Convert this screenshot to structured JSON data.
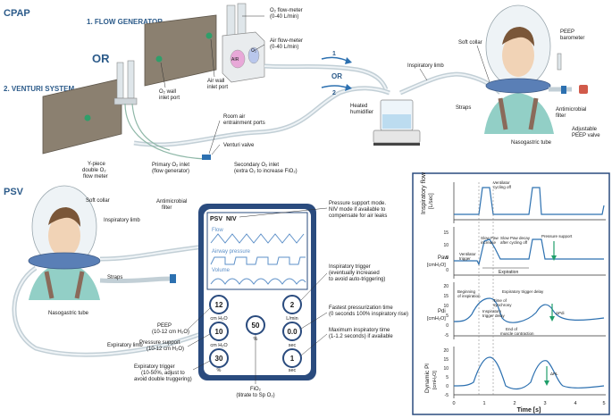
{
  "sections": {
    "cpap": "CPAP",
    "psv": "PSV",
    "or_big": "OR",
    "or_small": "OR"
  },
  "cpap": {
    "flow_generator": "1. FLOW GENERATOR",
    "venturi_system": "2. VENTURI SYSTEM",
    "route_1": "1",
    "route_2": "2",
    "labels": {
      "o2_flowmeter_1": "O₂ flow-meter",
      "o2_flowmeter_2": "(0-40 L/min)",
      "air_flowmeter_1": "Air flow-meter",
      "air_flowmeter_2": "(0-40 L/min)",
      "o2_wall_port_1": "O₂ wall",
      "o2_wall_port_2": "inlet port",
      "air_wall_port_1": "Air wall",
      "air_wall_port_2": "inlet port",
      "inspiratory_limb": "Inspiratory limb",
      "soft_collar": "Soft collar",
      "peep_barometer_1": "PEEP",
      "peep_barometer_2": "barometer",
      "straps": "Straps",
      "antimicrobial_filter_1": "Antimicrobial",
      "antimicrobial_filter_2": "filter",
      "adjustable_peep_1": "Adjustable",
      "adjustable_peep_2": "PEEP valve",
      "nasogastric_tube": "Nasogastric tube",
      "heated_humidifier_1": "Heated",
      "heated_humidifier_2": "humidifier",
      "room_air_1": "Room air",
      "room_air_2": "entrainment ports",
      "venturi_valve": "Venturi valve",
      "y_piece_1": "Y-piece",
      "y_piece_2": "double O₂",
      "y_piece_3": "flow meter",
      "primary_inlet_1": "Primary O₂ inlet",
      "primary_inlet_2": "(flow generator)",
      "secondary_inlet_1": "Secondary O₂ inlet",
      "secondary_inlet_2": "(extra O₂ to increase FiO₂)"
    },
    "flowmeter_labels": {
      "o2": "O₂",
      "air": "AIR"
    }
  },
  "psv": {
    "labels": {
      "soft_collar": "Soft collar",
      "antimicrobial_filter_1": "Antimicrobial",
      "antimicrobial_filter_2": "filter",
      "inspiratory_limb": "Inspiratory limb",
      "straps": "Straps",
      "nasogastric_tube": "Nasogastric tube",
      "expiratory_limb": "Expiratory limb"
    },
    "panel": {
      "mode_psv": "PSV",
      "mode_niv": "NIV",
      "wave_flow": "Flow",
      "wave_pressure": "Airway pressure",
      "wave_volume": "Volume",
      "knob_peep_value": "12",
      "knob_peep_unit": "cm H₂O",
      "knob_ps_value": "10",
      "knob_ps_unit": "cm H₂O",
      "knob_trigger_value": "30",
      "knob_trigger_unit": "%",
      "knob_fio2_value": "50",
      "knob_fio2_unit": "%",
      "knob_insp_trigger_value": "2",
      "knob_insp_trigger_unit": "L/min",
      "knob_press_time_value": "0.0",
      "knob_press_time_unit": "sec",
      "knob_max_insp_value": "1",
      "knob_max_insp_unit": "sec"
    },
    "annotations": {
      "ps_mode_1": "Pressure support mode.",
      "ps_mode_2": "NIV mode if available to",
      "ps_mode_3": "compensate for air leaks",
      "insp_trigger_1": "Inspiratory trigger",
      "insp_trigger_2": "(eventually increased",
      "insp_trigger_3": "to avoid auto-triggering)",
      "press_time_1": "Fastest pressurization time",
      "press_time_2": "(0 seconds 100% inspiratory rise)",
      "max_insp_1": "Maximum inspiratory time",
      "max_insp_2": "(1-1.2 seconds) if available",
      "peep_1": "PEEP",
      "peep_2": "(10-12 cm H₂O)",
      "ps_1": "Pressure support",
      "ps_2": "(10-12 cm H₂O)",
      "exp_trigger_1": "Expiratory trigger",
      "exp_trigger_2": "(10-50%, adjust to",
      "exp_trigger_3": "avoid double truggering)",
      "fio2_1": "FiO₂",
      "fio2_2": "(titrate to Sp O₂)"
    }
  },
  "waveforms": {
    "axis_x_label": "Time [s]",
    "x_ticks": [
      "0",
      "1",
      "2",
      "3",
      "4",
      "5"
    ],
    "panels": [
      {
        "ylabel_1": "Inspiratory flow",
        "ylabel_2": "[L/sec]",
        "ticks": []
      },
      {
        "ylabel_1": "Paw",
        "ylabel_2": "[cmH₂O]",
        "ticks": [
          "15",
          "10",
          "5",
          "0"
        ]
      },
      {
        "ylabel_1": "Pdi",
        "ylabel_2": "[cmH₂O]",
        "ticks": [
          "20",
          "15",
          "10",
          "5",
          "0",
          "-5"
        ]
      },
      {
        "ylabel_1": "Dynamic Pl",
        "ylabel_2": "[cmH₂O]",
        "ticks": [
          "20",
          "15",
          "10",
          "5",
          "0",
          "-5"
        ]
      }
    ],
    "annotations": {
      "ventilator_cycling_1": "Ventilator",
      "ventilator_cycling_2": "cycling off",
      "slow_paw_1": "Slow Paw",
      "slow_paw_2": "increase",
      "ventilator_trigger_1": "Ventilator",
      "ventilator_trigger_2": "trigger",
      "slow_decay_1": "Slow Paw decay",
      "slow_decay_2": "after cycling off",
      "pressure_support": "Pressure support",
      "expiration": "Expiration",
      "beginning_1": "Beginning",
      "beginning_2": "of inspiration",
      "exp_delay": "Expiratory trigger delay",
      "time_sync_1": "Time of",
      "time_sync_2": "synchrony",
      "insp_delay_1": "Inspiratory",
      "insp_delay_2": "trigger delay",
      "end_muscle_1": "End of",
      "end_muscle_2": "muscle contraction",
      "delta_pdi": "ΔPdi",
      "delta_pl": "ΔPL"
    }
  }
}
